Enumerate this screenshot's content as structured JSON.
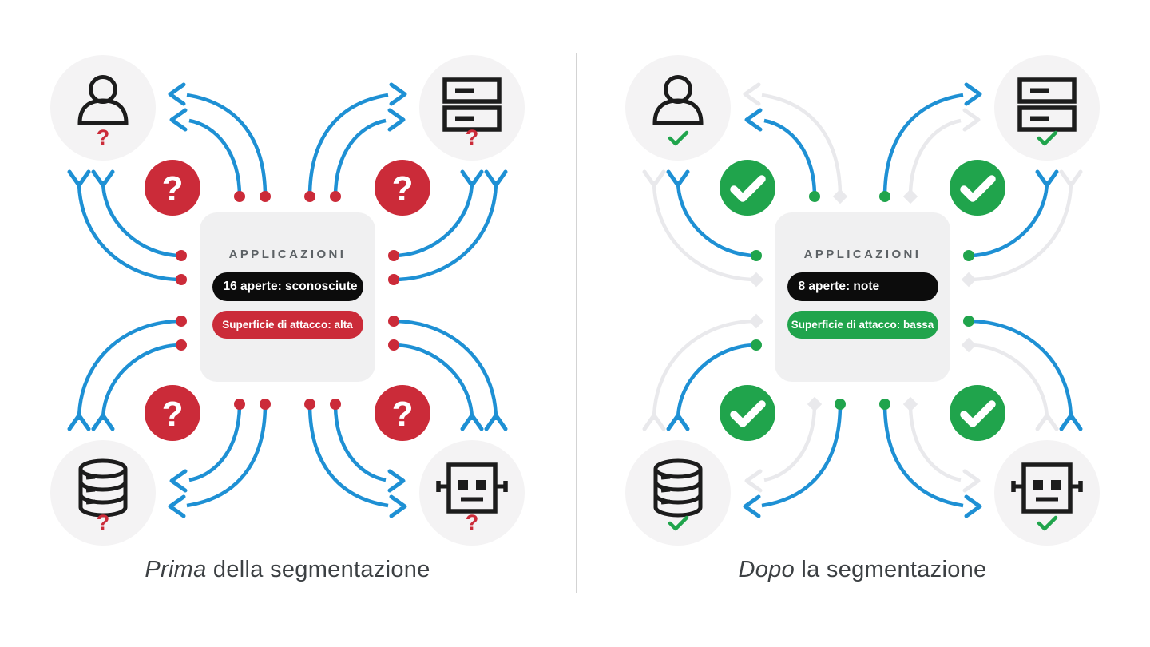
{
  "theme": {
    "blue": "#1e90d4",
    "red": "#cb2b39",
    "green": "#20a44c",
    "blocked": "#e9e9ec",
    "card-bg": "#f0f0f1",
    "circle-bg": "#f4f3f4",
    "header-gray": "#5c6165",
    "caption": "#3c4043",
    "divider": "#d3d3d3",
    "pill-black": "#0c0c0c",
    "ink": "#1c1c1c",
    "bg": "#ffffff"
  },
  "panels": [
    {
      "id": "before",
      "card": {
        "header": "APPLICAZIONI",
        "apps_pill": "16 aperte: sconosciute",
        "surface_pill": "Superficie di attacco: alta"
      },
      "caption": {
        "em": "Prima",
        "rest": " della segmentazione"
      },
      "status_glyph": "?",
      "nodes": [
        {
          "position": "top-left",
          "icon": "person-icon",
          "status": "unknown"
        },
        {
          "position": "top-right",
          "icon": "server-icon",
          "status": "unknown"
        },
        {
          "position": "bottom-left",
          "icon": "database-icon",
          "status": "unknown"
        },
        {
          "position": "bottom-right",
          "icon": "robot-icon",
          "status": "unknown"
        }
      ],
      "connections": {
        "tl": {
          "h_outer": "open",
          "h_inner": "open",
          "v_outer": "open",
          "v_inner": "open"
        },
        "tr": {
          "h_outer": "open",
          "h_inner": "open",
          "v_outer": "open",
          "v_inner": "open"
        },
        "bl": {
          "h_outer": "open",
          "h_inner": "open",
          "v_outer": "open",
          "v_inner": "open"
        },
        "br": {
          "h_outer": "open",
          "h_inner": "open",
          "v_outer": "open",
          "v_inner": "open"
        }
      }
    },
    {
      "id": "after",
      "card": {
        "header": "APPLICAZIONI",
        "apps_pill": "8 aperte: note",
        "surface_pill": "Superficie di attacco: bassa"
      },
      "caption": {
        "em": "Dopo",
        "rest": " la segmentazione"
      },
      "status_icon": "check-icon",
      "nodes": [
        {
          "position": "top-left",
          "icon": "person-icon",
          "status": "verified"
        },
        {
          "position": "top-right",
          "icon": "server-icon",
          "status": "verified"
        },
        {
          "position": "bottom-left",
          "icon": "database-icon",
          "status": "verified"
        },
        {
          "position": "bottom-right",
          "icon": "robot-icon",
          "status": "verified"
        }
      ],
      "connections": {
        "tl": {
          "h_outer": "blocked",
          "h_inner": "open",
          "v_outer": "blocked",
          "v_inner": "open"
        },
        "tr": {
          "h_outer": "open",
          "h_inner": "blocked",
          "v_outer": "blocked",
          "v_inner": "open"
        },
        "bl": {
          "h_outer": "open",
          "h_inner": "blocked",
          "v_outer": "blocked",
          "v_inner": "open"
        },
        "br": {
          "h_outer": "open",
          "h_inner": "blocked",
          "v_outer": "open",
          "v_inner": "blocked"
        }
      }
    }
  ]
}
